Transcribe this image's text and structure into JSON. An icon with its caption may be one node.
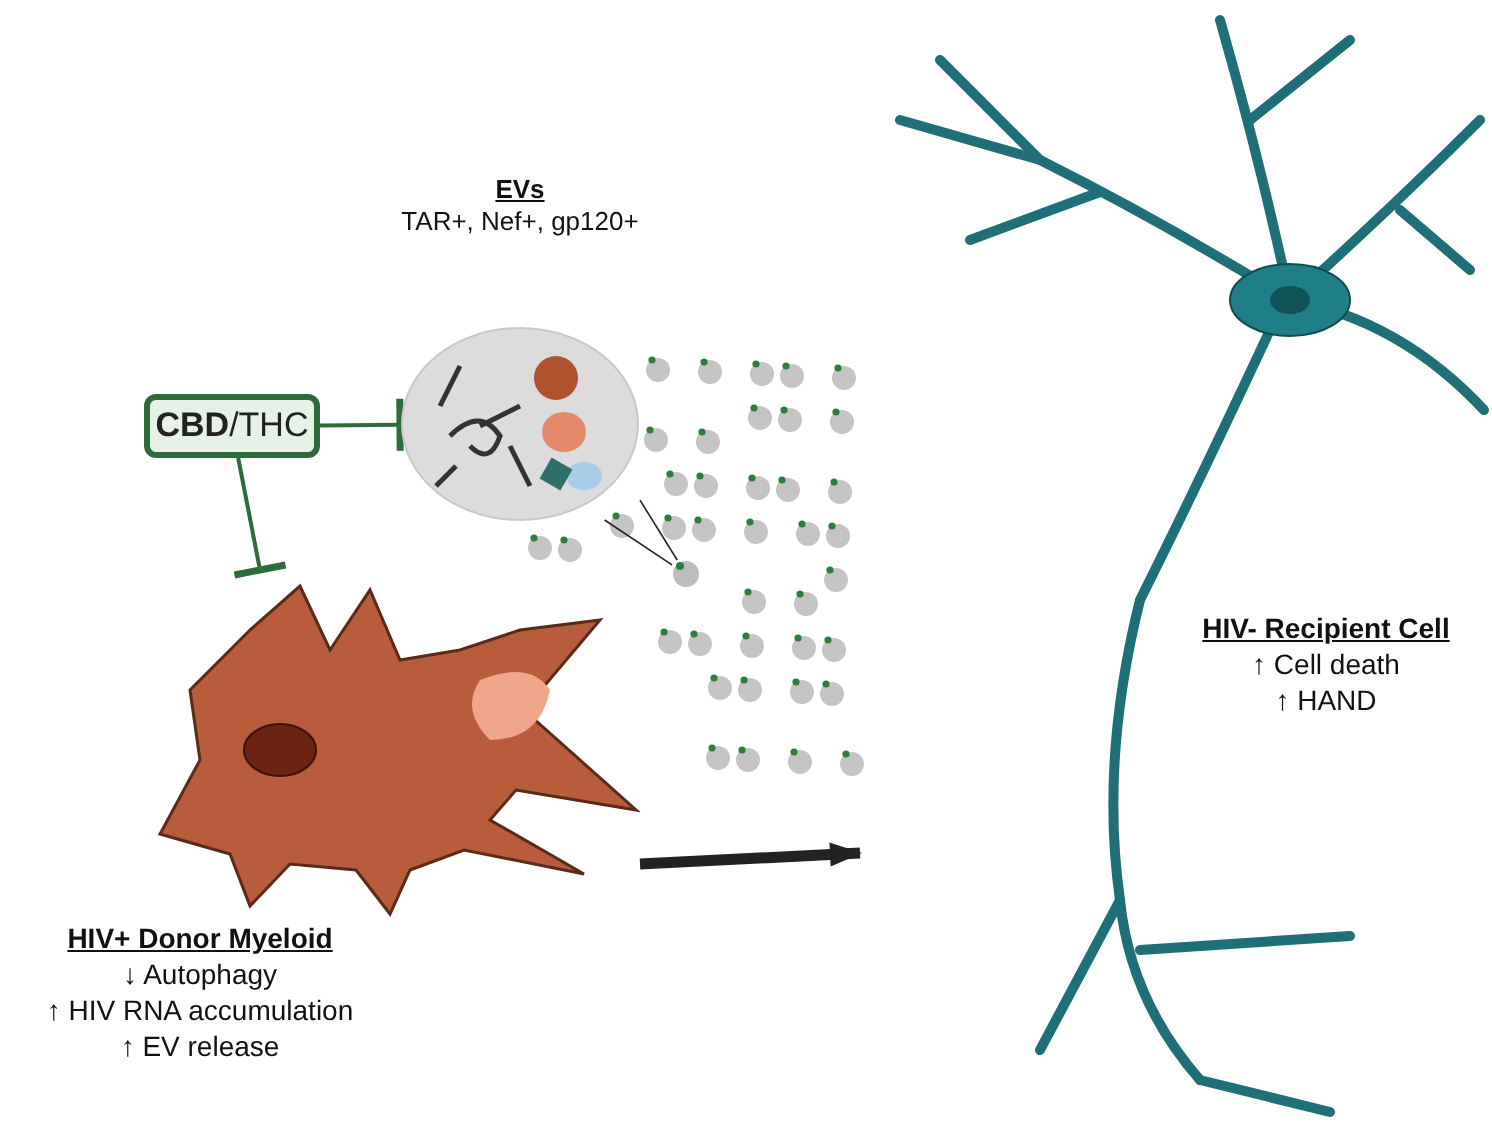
{
  "diagram": {
    "nodes": [
      {
        "text": [
          "**CBD**/THC"
        ]
      },
      {
        "text": [
          "EVs",
          "TAR+, Nef+, gp120+"
        ]
      },
      {
        "text": [
          "HIV+ Donor Myeloid",
          "↓ Autophagy",
          "↑ HIV RNA accumulation",
          "↑ EV release"
        ]
      },
      {
        "text": [
          "HIV- Recipient Cell",
          "↑ Cell death",
          "↑ HAND"
        ]
      },
      {
        "text": [],
        "shape": "circle"
      }
    ],
    "edges": [
      {
        "from": 0,
        "to": 1,
        "arrow": "other",
        "color": "#2e6b3a"
      },
      {
        "from": 0,
        "to": 2,
        "arrow": "other",
        "color": "#2e6b3a"
      },
      {
        "from": 2,
        "to": 3,
        "arrow": "to",
        "style": "thick"
      },
      {
        "from": 1,
        "to": 4,
        "arrow": "none"
      },
      {
        "from": 1,
        "to": 4,
        "arrow": "none"
      }
    ]
  }
}
